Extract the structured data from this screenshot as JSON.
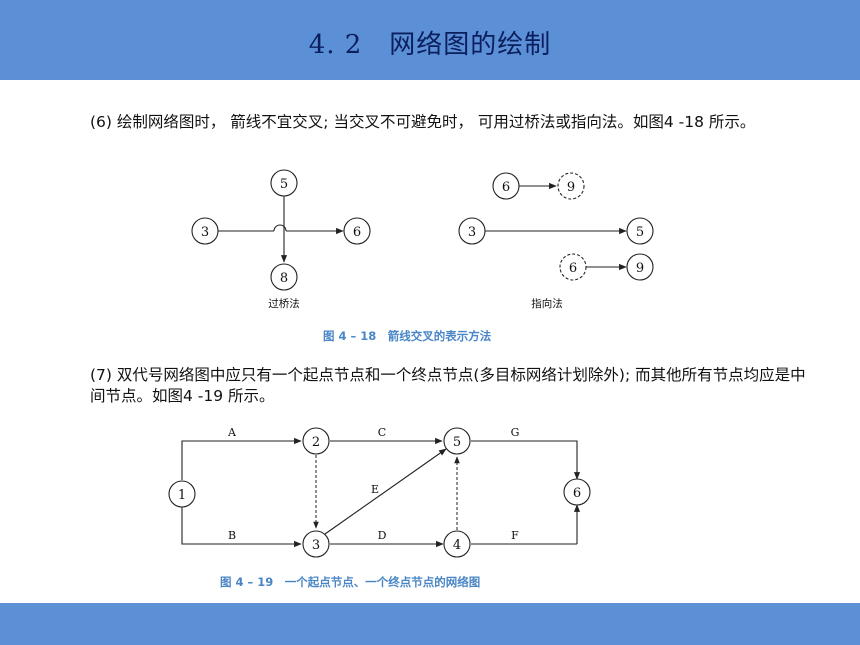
{
  "header": {
    "title": "4. 2　网络图的绘制"
  },
  "paragraph1": "(6) 绘制网络图时， 箭线不宜交叉; 当交叉不可避免时， 可用过桥法或指向法。如图4 -18 所示。",
  "figure1": {
    "caption": "图 4 – 18　箭线交叉的表示方法",
    "left_label": "过桥法",
    "right_label": "指向法",
    "left_nodes": [
      "5",
      "3",
      "6",
      "8"
    ],
    "right_nodes": [
      "6",
      "9",
      "3",
      "5",
      "6",
      "9"
    ]
  },
  "paragraph2": "(7) 双代号网络图中应只有一个起点节点和一个终点节点(多目标网络计划除外); 而其他所有节点均应是中间节点。如图4 -19 所示。",
  "figure2": {
    "caption": "图 4 – 19　一个起点节点、一个终点节点的网络图",
    "nodes": [
      "1",
      "2",
      "3",
      "4",
      "5",
      "6"
    ],
    "edges": [
      "A",
      "B",
      "C",
      "D",
      "E",
      "F",
      "G"
    ]
  },
  "colors": {
    "header_bg": "#5b8fd6",
    "title_text": "#0b1e5e",
    "caption_text": "#4a86c6"
  }
}
